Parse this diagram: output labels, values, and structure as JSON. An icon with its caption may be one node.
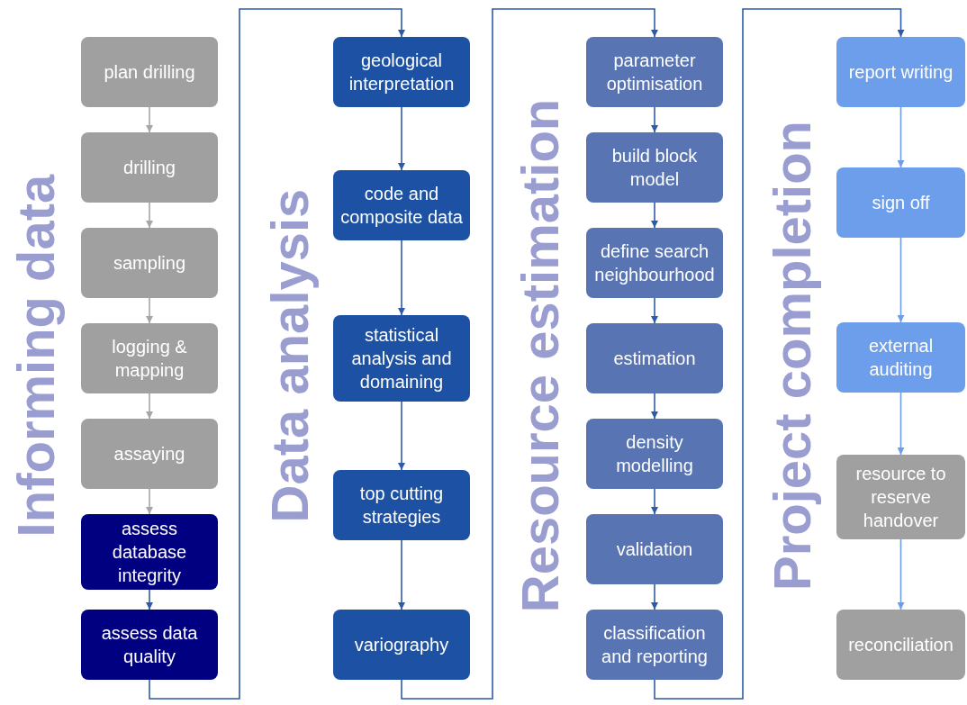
{
  "diagram": {
    "nodes": [
      {
        "text": [
          "plan drilling"
        ]
      },
      {
        "text": [
          "drilling"
        ]
      },
      {
        "text": [
          "sampling"
        ]
      },
      {
        "text": [
          "logging & mapping"
        ]
      },
      {
        "text": [
          "assaying"
        ]
      },
      {
        "text": [
          "assess database integrity"
        ]
      },
      {
        "text": [
          "assess data quality"
        ]
      },
      {
        "text": [
          "geological interpretation"
        ]
      },
      {
        "text": [
          "code and composite data"
        ]
      },
      {
        "text": [
          "statistical analysis and domaining"
        ]
      },
      {
        "text": [
          "top cutting strategies"
        ]
      },
      {
        "text": [
          "variography"
        ]
      },
      {
        "text": [
          "parameter optimisation"
        ]
      },
      {
        "text": [
          "build block model"
        ]
      },
      {
        "text": [
          "define search neighbourhood"
        ]
      },
      {
        "text": [
          "estimation"
        ]
      },
      {
        "text": [
          "density modelling"
        ]
      },
      {
        "text": [
          "validation"
        ]
      },
      {
        "text": [
          "classification and reporting"
        ]
      },
      {
        "text": [
          "report writing"
        ]
      },
      {
        "text": [
          "sign off"
        ]
      },
      {
        "text": [
          "external auditing"
        ]
      },
      {
        "text": [
          "resource to reserve handover"
        ]
      },
      {
        "text": [
          "reconciliation"
        ]
      }
    ],
    "edges": [
      {
        "from": 0,
        "to": 1,
        "arrow": "to",
        "color": "#a6a6a6"
      },
      {
        "from": 1,
        "to": 2,
        "arrow": "to",
        "color": "#a6a6a6"
      },
      {
        "from": 2,
        "to": 3,
        "arrow": "to",
        "color": "#a6a6a6"
      },
      {
        "from": 3,
        "to": 4,
        "arrow": "to",
        "color": "#a6a6a6"
      },
      {
        "from": 4,
        "to": 5,
        "arrow": "to",
        "color": "#a6a6a6"
      },
      {
        "from": 5,
        "to": 6,
        "arrow": "to"
      },
      {
        "from": 6,
        "to": 7,
        "arrow": "to"
      },
      {
        "from": 7,
        "to": 8,
        "arrow": "to"
      },
      {
        "from": 8,
        "to": 9,
        "arrow": "to"
      },
      {
        "from": 9,
        "to": 10,
        "arrow": "to"
      },
      {
        "from": 10,
        "to": 11,
        "arrow": "to"
      },
      {
        "from": 11,
        "to": 12,
        "arrow": "to"
      },
      {
        "from": 12,
        "to": 13,
        "arrow": "to"
      },
      {
        "from": 13,
        "to": 14,
        "arrow": "to"
      },
      {
        "from": 14,
        "to": 15,
        "arrow": "to"
      },
      {
        "from": 15,
        "to": 16,
        "arrow": "to"
      },
      {
        "from": 16,
        "to": 17,
        "arrow": "to"
      },
      {
        "from": 17,
        "to": 18,
        "arrow": "to"
      },
      {
        "from": 18,
        "to": 19,
        "arrow": "to"
      },
      {
        "from": 19,
        "to": 20,
        "arrow": "to",
        "color": "#6d9eeb"
      },
      {
        "from": 20,
        "to": 21,
        "arrow": "to",
        "color": "#6d9eeb"
      },
      {
        "from": 21,
        "to": 22,
        "arrow": "to",
        "color": "#6d9eeb"
      },
      {
        "from": 22,
        "to": 23,
        "arrow": "to",
        "color": "#6d9eeb"
      }
    ],
    "labels": [
      "Informing data",
      "Data analysis",
      "Resource estimation",
      "Project completion"
    ]
  }
}
